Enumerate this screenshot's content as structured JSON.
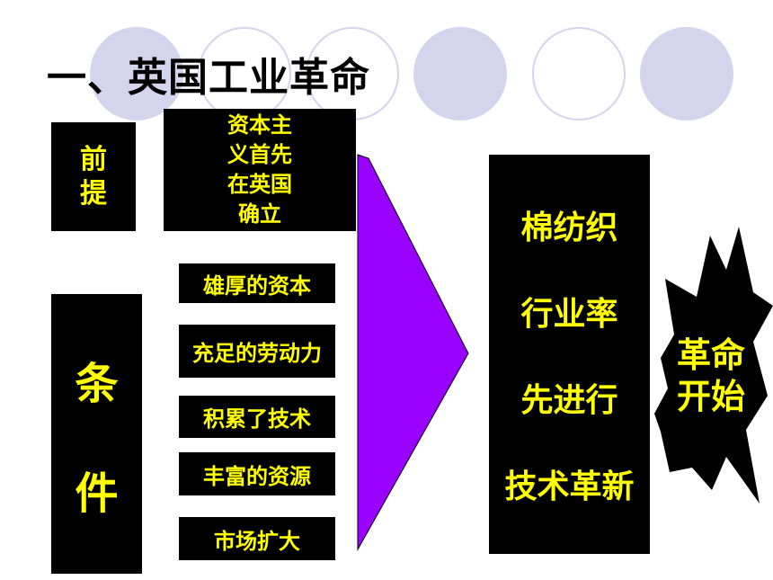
{
  "title": "一、英国工业革命",
  "premise": {
    "label": [
      "前",
      "提"
    ],
    "content": [
      "资本主",
      "义首先",
      "在英国",
      "确立"
    ]
  },
  "conditions": {
    "label": [
      "条",
      "件"
    ],
    "items": [
      "雄厚的资本",
      "充足的劳动力",
      "积累了技术",
      "丰富的资源",
      "市场扩大"
    ]
  },
  "result": {
    "lines": [
      "棉纺织",
      "行业率",
      "先进行",
      "技术革新"
    ]
  },
  "burst": {
    "lines": [
      "革命",
      "开始"
    ]
  },
  "colors": {
    "box_bg": "#000000",
    "box_text": "#ffff00",
    "arrow_fill": "#9900ff",
    "decor_circle": "#d4d4ec"
  }
}
